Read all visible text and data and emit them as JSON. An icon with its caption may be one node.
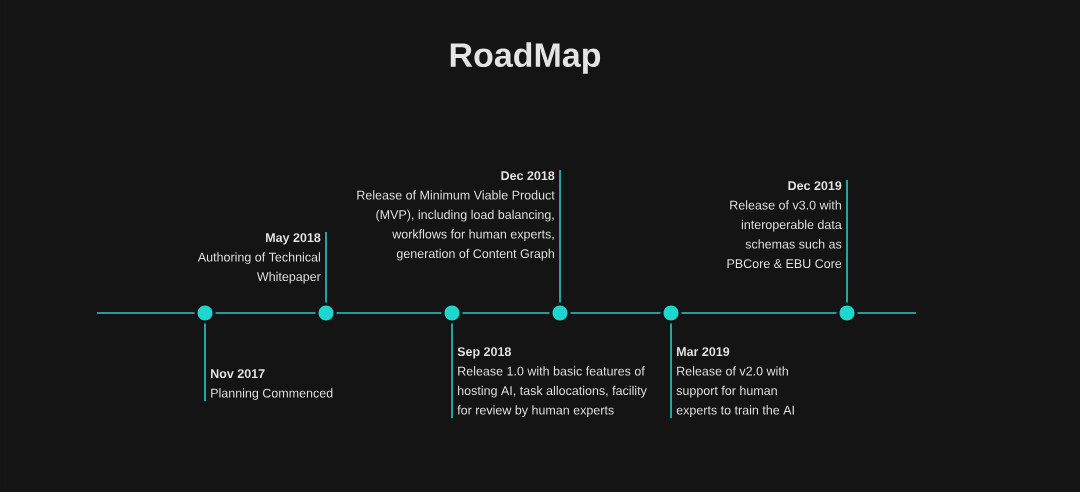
{
  "diagram": {
    "title": "RoadMap",
    "nodes": [
      {
        "text": [],
        "shape": "circle"
      },
      {
        "text": [],
        "shape": "circle"
      },
      {
        "text": [],
        "shape": "circle"
      },
      {
        "text": [],
        "shape": "circle"
      },
      {
        "text": [],
        "shape": "circle"
      },
      {
        "text": [],
        "shape": "circle"
      },
      {
        "text": [
          "Nov 2017",
          "Planning Commenced"
        ]
      },
      {
        "text": [
          "May 2018",
          "Authoring of Technical Whitepaper"
        ]
      },
      {
        "text": [
          "Sep 2018",
          "Release 1.0 with basic features of hosting AI, task allocations, facility for review by human experts"
        ]
      },
      {
        "text": [
          "Dec 2018",
          "Release of Minimum Viable Product (MVP), including load balancing, workflows for human experts, generation of Content Graph"
        ]
      },
      {
        "text": [
          "Mar 2019",
          "Release of v2.0 with support for human experts to train the AI"
        ]
      },
      {
        "text": [
          "Dec 2019",
          "Release of v3.0 with interoperable data schemas such as PBCore & EBU Core"
        ]
      }
    ],
    "edges": [
      {
        "from": null,
        "to": 0,
        "arrow": "none"
      },
      {
        "from": 0,
        "to": 1,
        "arrow": "none"
      },
      {
        "from": 1,
        "to": 2,
        "arrow": "none"
      },
      {
        "from": 2,
        "to": 3,
        "arrow": "none"
      },
      {
        "from": 3,
        "to": 4,
        "arrow": "none"
      },
      {
        "from": 4,
        "to": 5,
        "arrow": "none"
      },
      {
        "from": 5,
        "to": null,
        "arrow": "none"
      },
      {
        "from": 6,
        "to": 0,
        "arrow": "none"
      },
      {
        "from": 7,
        "to": 1,
        "arrow": "none"
      },
      {
        "from": 8,
        "to": 2,
        "arrow": "none"
      },
      {
        "from": 9,
        "to": 3,
        "arrow": "none"
      },
      {
        "from": 10,
        "to": 4,
        "arrow": "none"
      },
      {
        "from": 11,
        "to": 5,
        "arrow": "none"
      }
    ]
  }
}
